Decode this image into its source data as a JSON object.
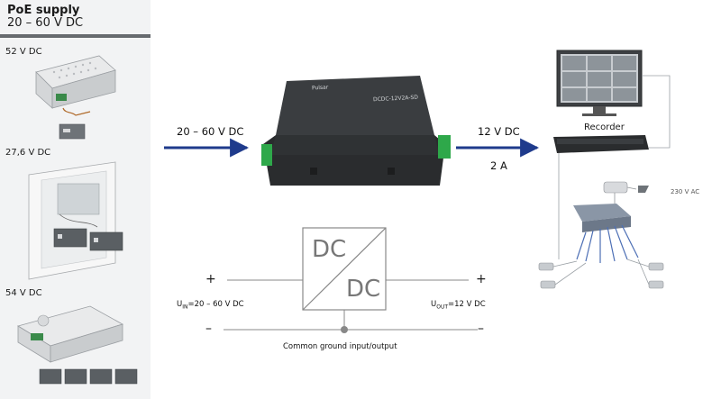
{
  "header": {
    "title": "PoE supply",
    "subtitle": "20 – 60 V DC"
  },
  "psus": [
    {
      "label": "52 V DC"
    },
    {
      "label": "27,6 V DC"
    },
    {
      "label": "54 V DC"
    }
  ],
  "module": {
    "brand": "Pulsar",
    "model": "DCDC-12V2A-SD"
  },
  "flow": {
    "input_voltage": "20 – 60 V DC",
    "output_voltage": "12 V DC",
    "output_current": "2 A"
  },
  "recorder": {
    "label": "Recorder"
  },
  "mains": {
    "label": "230 V AC"
  },
  "schematic": {
    "block_top": "DC",
    "block_bottom": "DC",
    "plus": "+",
    "minus": "–",
    "uin_symbol": "U",
    "uin_sub": "IN",
    "uin_value": "=20 – 60 V DC",
    "uout_symbol": "U",
    "uout_sub": "OUT",
    "uout_value": "=12 V DC",
    "ground_label": "Common ground input/output"
  },
  "colors": {
    "arrow": "#1f3b8c",
    "panel": "#f2f3f4",
    "rule": "#666a6e",
    "terminal": "#2ea84a"
  }
}
